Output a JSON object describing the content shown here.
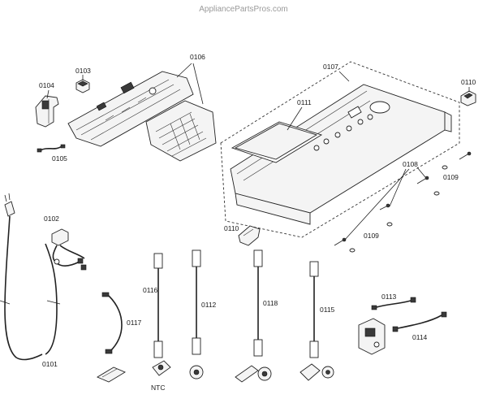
{
  "watermark": "AppliancePartsPros.com",
  "labels": {
    "p0101": "0101",
    "p0102": "0102",
    "p0103": "0103",
    "p0104": "0104",
    "p0105": "0105",
    "p0106": "0106",
    "p0107": "0107",
    "p0108": "0108",
    "p0109a": "0109",
    "p0109b": "0109",
    "p0110a": "0110",
    "p0110b": "0110",
    "p0111": "0111",
    "p0112": "0112",
    "p0113": "0113",
    "p0114": "0114",
    "p0115": "0115",
    "p0116": "0116",
    "p0117": "0117",
    "p0118": "0118",
    "ntc": "NTC"
  }
}
